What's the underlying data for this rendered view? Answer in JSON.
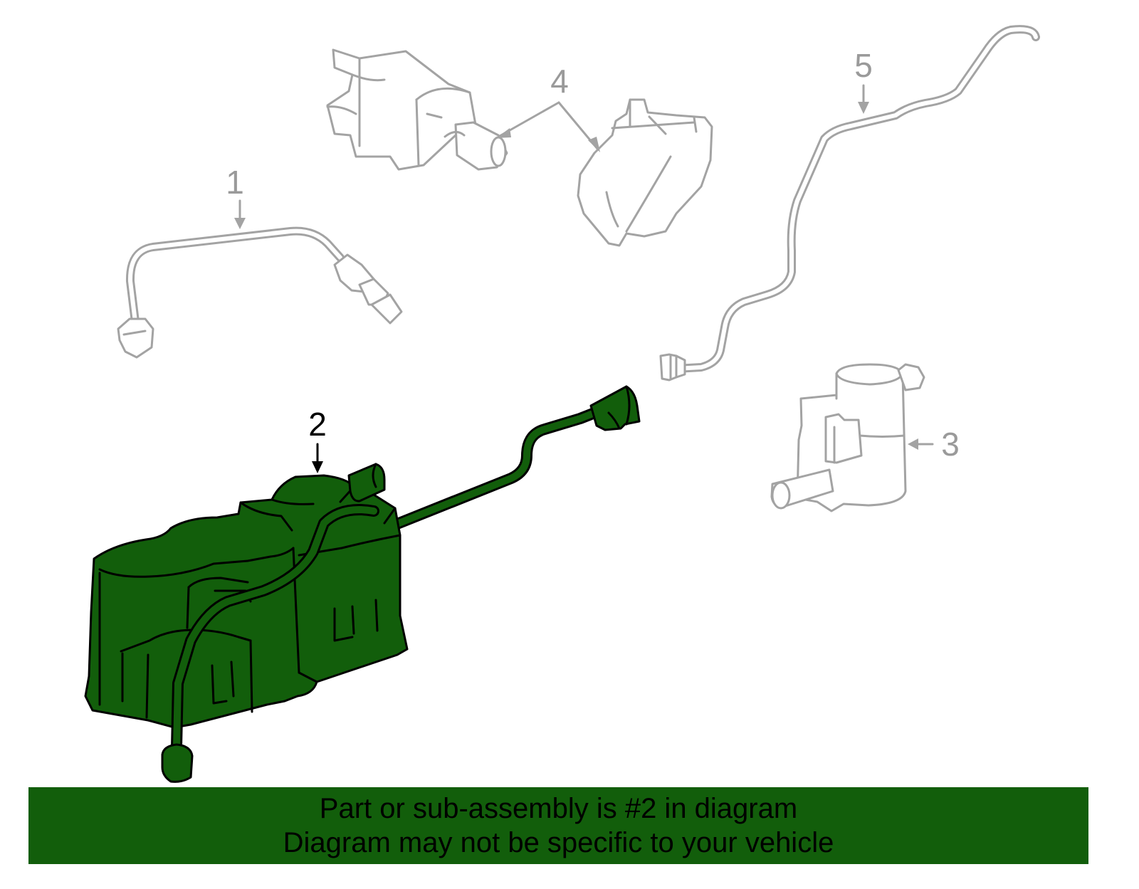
{
  "colors": {
    "highlight": "#125e0b",
    "banner": "#125e0b",
    "gray_parts": "#a3a3a3",
    "gray_text": "#9a9a9a"
  },
  "callouts": [
    {
      "id": "1",
      "label": "1",
      "highlighted": false
    },
    {
      "id": "2",
      "label": "2",
      "highlighted": true
    },
    {
      "id": "3",
      "label": "3",
      "highlighted": false
    },
    {
      "id": "4",
      "label": "4",
      "highlighted": false
    },
    {
      "id": "5",
      "label": "5",
      "highlighted": false
    }
  ],
  "banner": {
    "line1": "Part or sub-assembly is #2 in diagram",
    "line2": "Diagram may not be specific to your vehicle"
  }
}
